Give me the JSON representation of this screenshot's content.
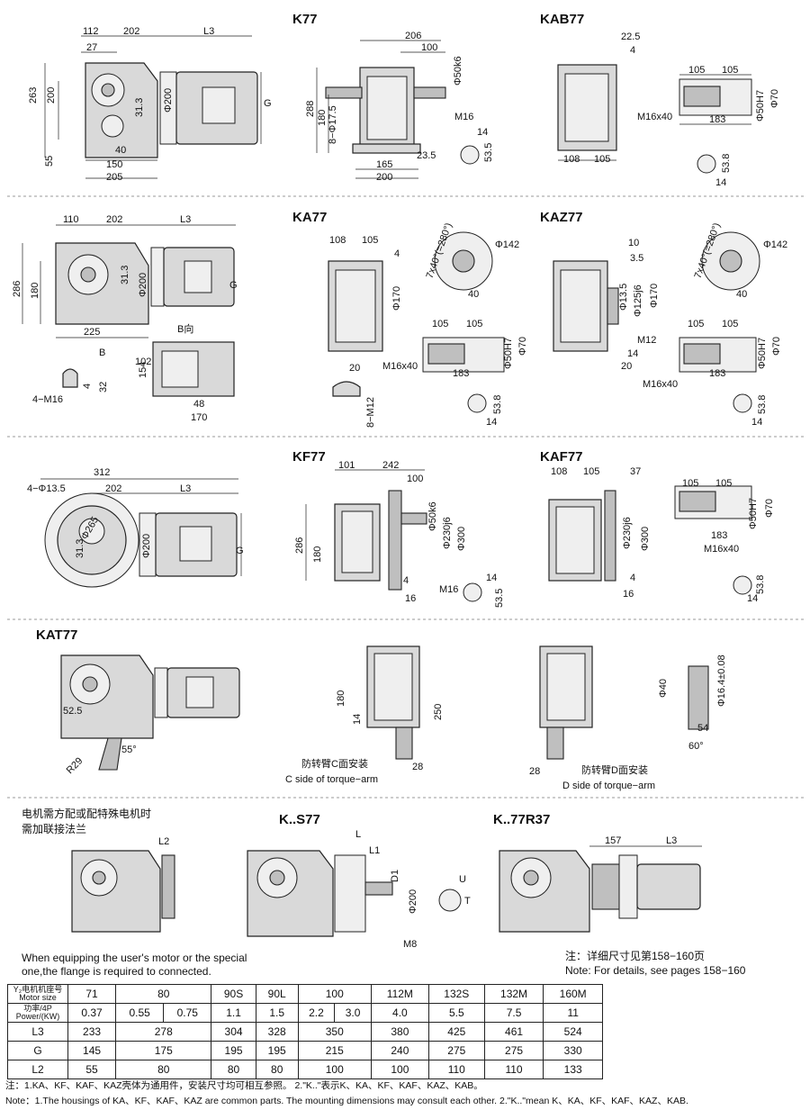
{
  "sections": {
    "k77": {
      "title": "K77",
      "dims": [
        "112",
        "202",
        "L3",
        "27",
        "263",
        "200",
        "31.3",
        "Φ200",
        "G",
        "55",
        "40",
        "150",
        "205"
      ]
    },
    "k77_side": {
      "dims": [
        "206",
        "100",
        "Φ50k6",
        "288",
        "180",
        "8−Φ17.5",
        "M16",
        "14",
        "53.5",
        "23.5",
        "165",
        "200"
      ]
    },
    "kab77": {
      "title": "KAB77",
      "dims": [
        "22.5",
        "4",
        "105",
        "105",
        "Φ50H7",
        "Φ70",
        "M16x40",
        "183",
        "108",
        "105",
        "53.8",
        "14"
      ]
    },
    "ka77_left": {
      "dims": [
        "110",
        "202",
        "L3",
        "286",
        "180",
        "31.3",
        "Φ200",
        "G",
        "225",
        "B向",
        "B",
        "154",
        "102",
        "4−M16",
        "4",
        "32",
        "48",
        "170"
      ]
    },
    "ka77": {
      "title": "KA77",
      "dims": [
        "108",
        "105",
        "4",
        "Φ170",
        "7x40°(=280°)",
        "Φ142",
        "40",
        "105",
        "105",
        "Φ50H7",
        "Φ70",
        "M16x40",
        "183",
        "20",
        "8−M12",
        "53.8",
        "14"
      ]
    },
    "kaz77": {
      "title": "KAZ77",
      "dims": [
        "10",
        "3.5",
        "Φ13.5",
        "Φ125j6",
        "Φ170",
        "M12",
        "14",
        "20",
        "7x40°(=280°)",
        "Φ142",
        "40",
        "105",
        "105",
        "Φ50H7",
        "Φ70",
        "M16x40",
        "183",
        "53.8",
        "14"
      ]
    },
    "kf77_left": {
      "dims": [
        "4−Φ13.5",
        "312",
        "202",
        "L3",
        "Φ265",
        "31.3",
        "Φ200",
        "G"
      ]
    },
    "kf77": {
      "title": "KF77",
      "dims": [
        "101",
        "242",
        "100",
        "Φ50k6",
        "Φ230j6",
        "Φ300",
        "286",
        "180",
        "M16",
        "4",
        "16",
        "14",
        "53.5"
      ]
    },
    "kaf77": {
      "title": "KAF77",
      "dims": [
        "108",
        "105",
        "37",
        "Φ230j6",
        "Φ300",
        "4",
        "16",
        "105",
        "105",
        "Φ50H7",
        "Φ70",
        "183",
        "M16x40",
        "53.8",
        "14"
      ]
    },
    "kat77": {
      "title": "KAT77",
      "dims": [
        "52.5",
        "R29",
        "55°",
        "180",
        "14",
        "250",
        "28",
        "28",
        "Φ40",
        "Φ16.4±0.08",
        "54",
        "60°"
      ],
      "caption_c_cn": "防转臂C面安装",
      "caption_c_en": "C side of torque−arm",
      "caption_d_cn": "防转臂D面安装",
      "caption_d_en": "D side of torque−arm"
    },
    "flange": {
      "note_cn_1": "电机需方配或配特殊电机时",
      "note_cn_2": "需加联接法兰",
      "dims": [
        "L2"
      ],
      "note_en_1": "When equipping the user's motor or the special",
      "note_en_2": "one,the flange is required to connected."
    },
    "ks77": {
      "title": "K..S77",
      "dims": [
        "L",
        "L1",
        "D1",
        "Φ200",
        "U",
        "T",
        "M8"
      ]
    },
    "k77r37": {
      "title": "K..77R37",
      "dims": [
        "157",
        "L3"
      ],
      "note_cn": "注：详细尺寸见第158−160页",
      "note_en": "Note: For details, see pages 158−160"
    }
  },
  "table": {
    "header_cn": "Y₂电机机座号",
    "header_en": "Motor size",
    "power_cn": "功率/4P",
    "power_en": "Power/(KW)",
    "motor_sizes": [
      "71",
      "80",
      "90S",
      "90L",
      "100",
      "112M",
      "132S",
      "132M",
      "160M"
    ],
    "power": [
      "0.37",
      "0.55",
      "0.75",
      "1.1",
      "1.5",
      "2.2",
      "3.0",
      "4.0",
      "5.5",
      "7.5",
      "11"
    ],
    "rows": [
      {
        "label": "L3",
        "values": [
          "233",
          "278",
          "304",
          "328",
          "350",
          "380",
          "425",
          "461",
          "524"
        ]
      },
      {
        "label": "G",
        "values": [
          "145",
          "175",
          "195",
          "195",
          "215",
          "240",
          "275",
          "275",
          "330"
        ]
      },
      {
        "label": "L2",
        "values": [
          "55",
          "80",
          "80",
          "80",
          "100",
          "100",
          "110",
          "110",
          "133"
        ]
      }
    ]
  },
  "footnotes": {
    "cn": "注：1.KA、KF、KAF、KAZ壳体为通用件，安装尺寸均可相互参照。  2.\"K..\"表示K、KA、KF、KAF、KAZ、KAB。",
    "en": "Note：1.The housings of KA、KF、KAF、KAZ are common parts. The mounting dimensions may consult each other.     2.\"K..\"mean K、KA、KF、KAF、KAZ、KAB."
  }
}
